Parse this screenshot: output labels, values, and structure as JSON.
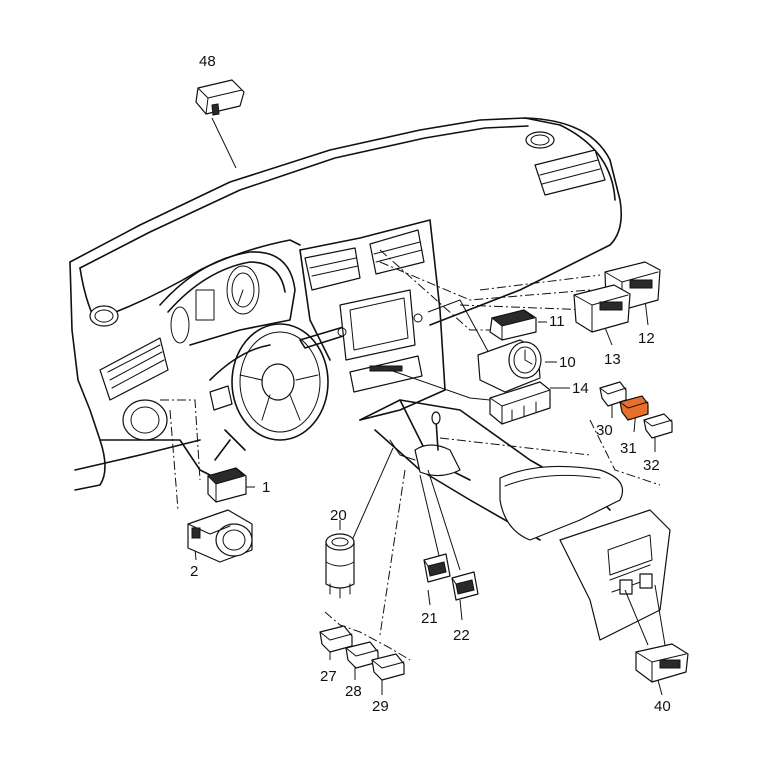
{
  "diagram": {
    "highlight_color": "#e8702a",
    "line_color": "#111111",
    "background": "#ffffff",
    "highlighted_part": "31",
    "labels": {
      "p48": "48",
      "p11": "11",
      "p12": "12",
      "p13": "13",
      "p10": "10",
      "p14": "14",
      "p30": "30",
      "p31": "31",
      "p32": "32",
      "p1": "1",
      "p2": "2",
      "p20": "20",
      "p21": "21",
      "p22": "22",
      "p27": "27",
      "p28": "28",
      "p29": "29",
      "p40": "40"
    }
  }
}
